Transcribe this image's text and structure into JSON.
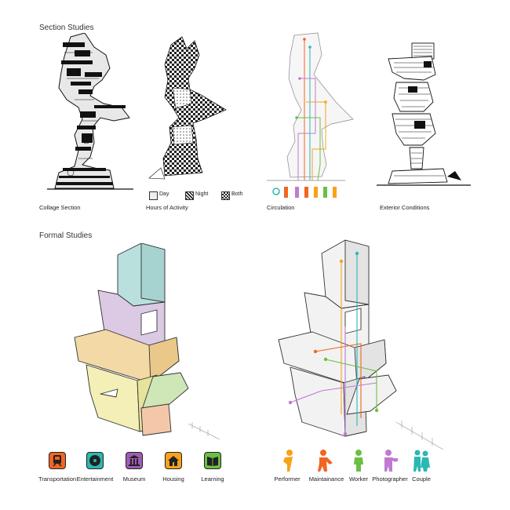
{
  "headings": {
    "section_studies": "Section Studies",
    "formal_studies": "Formal Studies"
  },
  "section_captions": [
    "Collage Section",
    "Hours of Activity",
    "Circulation",
    "Exterior Conditions"
  ],
  "activity_legend": {
    "day": "Day",
    "night": "Night",
    "both": "Both"
  },
  "program_icons": [
    {
      "label": "Transportation",
      "icon": "train-icon",
      "color": "#f26522"
    },
    {
      "label": "Entertainment",
      "icon": "record-icon",
      "color": "#2bb8b2"
    },
    {
      "label": "Museum",
      "icon": "museum-icon",
      "color": "#a05bb5"
    },
    {
      "label": "Housing",
      "icon": "house-icon",
      "color": "#f7a21b"
    },
    {
      "label": "Learning",
      "icon": "book-icon",
      "color": "#6cbf44"
    }
  ],
  "user_icons": [
    {
      "label": "Performer",
      "icon": "performer-figure-icon",
      "color": "#f7a21b"
    },
    {
      "label": "Maintainance",
      "icon": "maintenance-figure-icon",
      "color": "#f26522"
    },
    {
      "label": "Worker",
      "icon": "worker-figure-icon",
      "color": "#6cbf44"
    },
    {
      "label": "Photographer",
      "icon": "photographer-figure-icon",
      "color": "#c07ad0"
    },
    {
      "label": "Couple",
      "icon": "couple-figure-icon",
      "color": "#2bb8b2"
    }
  ],
  "colors": {
    "program_top": "#b9e0dc",
    "program_upper": "#dcc9e4",
    "program_middle": "#f2d9a6",
    "program_lower": "#f3efb6",
    "program_green": "#cfe6b6",
    "program_salmon": "#f3c7a8"
  }
}
